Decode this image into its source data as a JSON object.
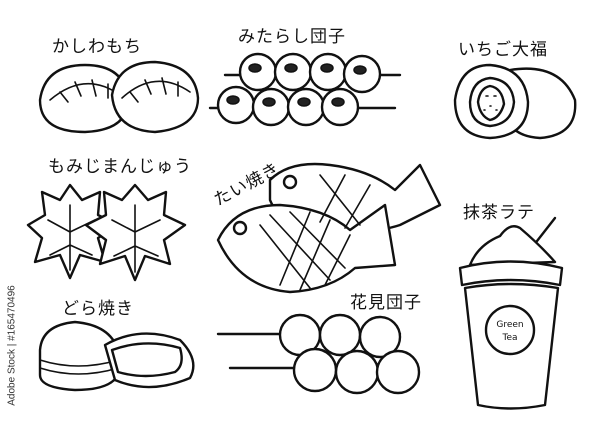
{
  "labels": {
    "kashiwamochi": "かしわもち",
    "mitarashi": "みたらし団子",
    "ichigo": "いちご大福",
    "momiji": "もみじまんじゅう",
    "taiyaki": "たい焼き",
    "matcha": "抹茶ラテ",
    "dorayaki": "どら焼き",
    "hanami": "花見団子"
  },
  "cup_text": {
    "line1": "Green",
    "line2": "Tea"
  },
  "watermark": "Adobe Stock | #165470496",
  "colors": {
    "line": "#111111",
    "background": "#ffffff"
  }
}
